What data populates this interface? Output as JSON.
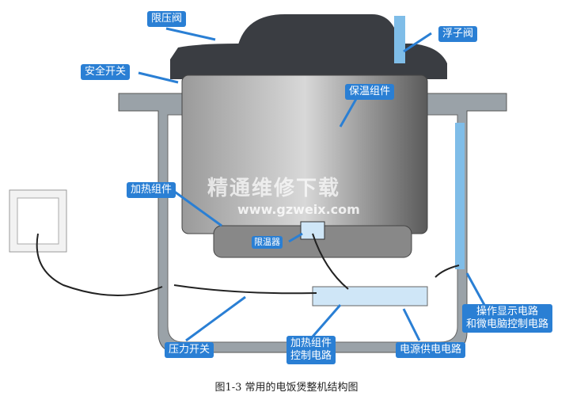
{
  "labels": {
    "pressure_limit_valve": "限压阀",
    "float_valve": "浮子阀",
    "safety_switch": "安全开关",
    "insulation_assembly": "保温组件",
    "heating_assembly": "加热组件",
    "temperature_limiter": "限温器",
    "pressure_switch": "压力开关",
    "heating_control_circuit": "加热组件\n控制电路",
    "power_supply_circuit": "电源供电电路",
    "display_mcu_circuit": "操作显示电路\n和微电脑控制电路"
  },
  "watermark": {
    "line1": "精通维修下载",
    "line2": "www.gzweix.com"
  },
  "caption": "图1-3   常用的电饭煲整机结构图",
  "colors": {
    "label_bg": "#2a7fd4",
    "body": "#8a9299",
    "lid": "#3a3d42",
    "pot": "#6e6e6e"
  }
}
